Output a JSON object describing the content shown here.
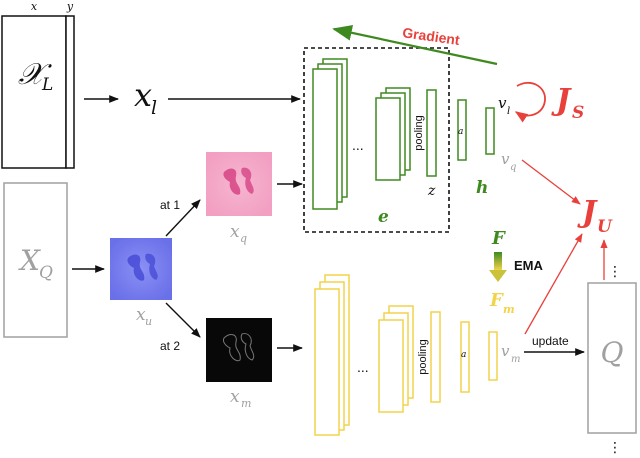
{
  "colors": {
    "green": "#3f8a20",
    "yellow": "#f2d34a",
    "red": "#e8413b",
    "gray": "#a0a0a0",
    "black": "#111111",
    "pink": "#f2a6c6",
    "blue": "#7a7ff0"
  },
  "labels": {
    "gradient": "Gradient",
    "ema": "EMA",
    "update": "update",
    "pooling": "pooling",
    "at1": "at 1",
    "at2": "at 2",
    "dots": "...",
    "vdots": "⋮",
    "a": "a"
  },
  "math": {
    "x_top": "x",
    "y_top": "y",
    "XL_main": "𝒳",
    "XL_sub": "L",
    "xl_main": "x",
    "xl_sub": "l",
    "XQ_main": "X",
    "XQ_sub": "Q",
    "xu_main": "x",
    "xu_sub": "u",
    "xq_main": "x",
    "xq_sub": "q",
    "xm_main": "x",
    "xm_sub": "m",
    "z": "z",
    "e": "e",
    "h": "h",
    "F": "F",
    "Fm_main": "F",
    "Fm_sub": "m",
    "vl_main": "v",
    "vl_sub": "l",
    "vq_main": "v",
    "vq_sub": "q",
    "vm_main": "v",
    "vm_sub": "m",
    "JS_main": "J",
    "JS_sub": "S",
    "JU_main": "J",
    "JU_sub": "U",
    "Q": "Q"
  }
}
